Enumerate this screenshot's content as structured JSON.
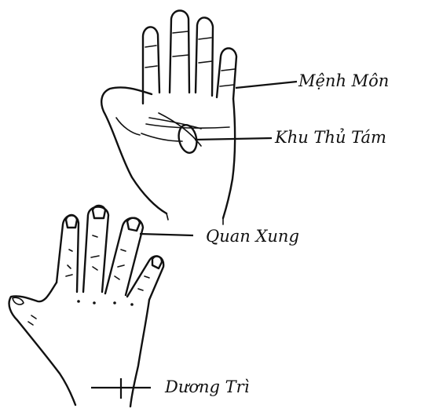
{
  "labels": {
    "menh_mon": "Mệnh Môn",
    "khu_thu_tam": "Khu Thủ Tám",
    "quan_xung": "Quan Xung",
    "duong_tri": "Dương Trì"
  }
}
